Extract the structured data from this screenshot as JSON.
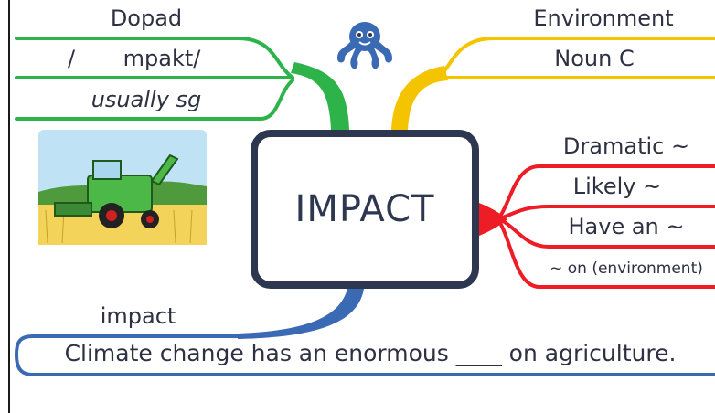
{
  "center": {
    "word": "IMPACT"
  },
  "left_branch": {
    "title": "Dopad",
    "pronunciation_a": "/",
    "pronunciation_b": "mpakt/",
    "note": "usually sg"
  },
  "right_top_branch": {
    "title": "Environment",
    "pos": "Noun C"
  },
  "right_branch": {
    "items": [
      "Dramatic ~",
      "Likely ~",
      "Have an ~",
      "~ on (environment)"
    ]
  },
  "bottom_branch": {
    "title": "impact",
    "sentence": "Climate change has an enormous ____ on agriculture."
  },
  "colors": {
    "green": "#2db34a",
    "yellow": "#f5c400",
    "red": "#ee1c24",
    "blue": "#3b6ab5",
    "box_border": "#2d3750",
    "text": "#2d3142"
  },
  "icons": [
    "octopus-icon",
    "combine-harvester-illustration"
  ]
}
